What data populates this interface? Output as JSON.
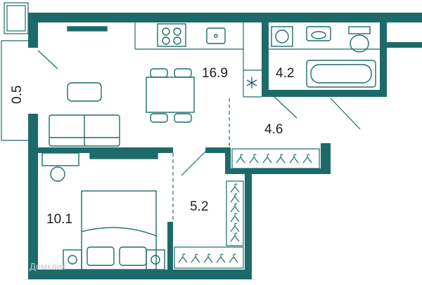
{
  "rooms": {
    "living": {
      "area": "16.9"
    },
    "bathroom": {
      "area": "4.2"
    },
    "hall": {
      "area": "4.6"
    },
    "corridor": {
      "area": "5.2"
    },
    "bedroom": {
      "area": "10.1"
    },
    "balcony": {
      "area": "0.5"
    }
  },
  "watermark": {
    "text": "Домклик"
  },
  "colors": {
    "wall": "#1c6b6a",
    "furniture": "#1c6b6a",
    "background": "#ffffff"
  }
}
